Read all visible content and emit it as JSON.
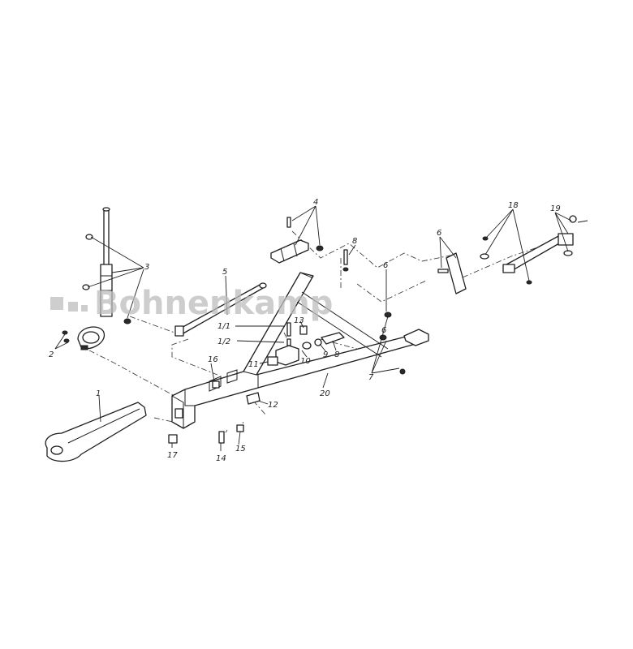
{
  "watermark": {
    "text": "Bohnenkamp",
    "color": "#bdbdbd"
  },
  "labels": {
    "l1": "1",
    "l1_1": "1/1",
    "l1_2": "1/2",
    "l2": "2",
    "l3": "3",
    "l4": "4",
    "l5": "5",
    "l6a": "6",
    "l6b": "6",
    "l6c": "6",
    "l7": "7",
    "l8a": "8",
    "l8b": "8",
    "l9": "9",
    "l10": "10",
    "l11": "11",
    "l12": "12",
    "l13": "13",
    "l14": "14",
    "l15": "15",
    "l16": "16",
    "l17": "17",
    "l18": "18",
    "l19": "19",
    "l20": "20"
  },
  "line_color": "#1e1e1e"
}
